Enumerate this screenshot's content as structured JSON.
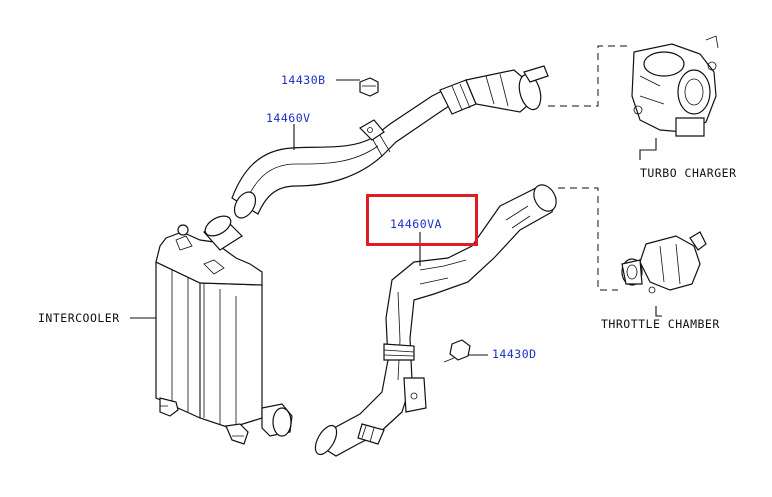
{
  "callouts": {
    "bolt_upper": "14430B",
    "hose_upper": "14460V",
    "hose_lower": "14460VA",
    "bolt_lower": "14430D"
  },
  "components": {
    "turbo": "TURBO CHARGER",
    "throttle": "THROTTLE CHAMBER",
    "intercooler": "INTERCOOLER"
  },
  "highlight": {
    "target": "14460VA",
    "color": "#e01b24"
  }
}
